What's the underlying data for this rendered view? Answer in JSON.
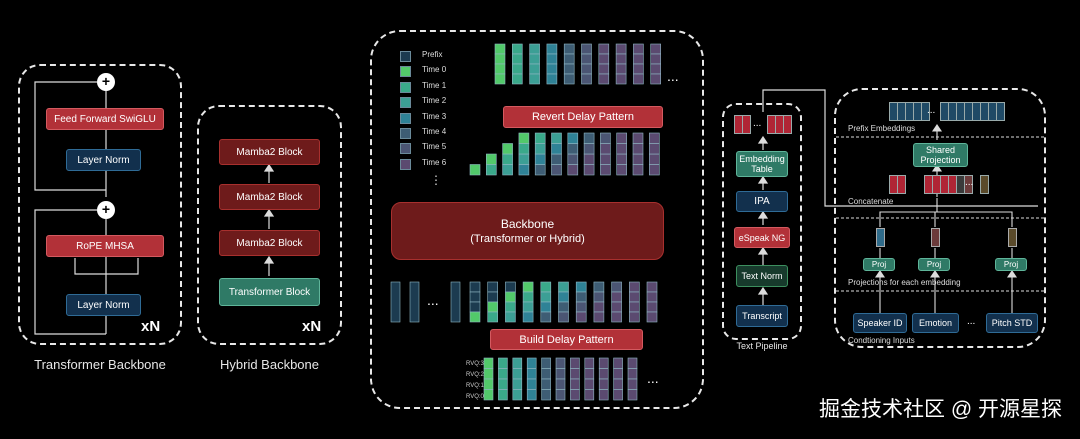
{
  "transformer": {
    "caption": "Transformer Backbone",
    "ffn": "Feed Forward SwiGLU",
    "norm1": "Layer Norm",
    "mhsa": "RoPE MHSA",
    "norm2": "Layer Norm",
    "plus": "+",
    "xn": "xN"
  },
  "hybrid": {
    "caption": "Hybrid Backbone",
    "blocks": [
      "Mamba2 Block",
      "Mamba2 Block",
      "Mamba2 Block",
      "Transformer Block"
    ],
    "xn": "xN"
  },
  "main": {
    "legend": [
      {
        "label": "Prefix",
        "color": "#1c3b50"
      },
      {
        "label": "Time 0",
        "color": "#52c96a"
      },
      {
        "label": "Time 1",
        "color": "#3aa98a"
      },
      {
        "label": "Time 2",
        "color": "#3c9f95"
      },
      {
        "label": "Time 3",
        "color": "#2f8296"
      },
      {
        "label": "Time 4",
        "color": "#3e5d74"
      },
      {
        "label": "Time 5",
        "color": "#4b5573"
      },
      {
        "label": "Time 6",
        "color": "#5b4a70"
      }
    ],
    "legend_more": "⋮",
    "revert": "Revert Delay Pattern",
    "backbone_title": "Backbone",
    "backbone_sub": "(Transformer or Hybrid)",
    "build": "Build Delay Pattern",
    "rvq": [
      "RVQ:3",
      "RVQ:2",
      "RVQ:1",
      "RVQ:0"
    ],
    "dots": "..."
  },
  "text_pipeline": {
    "caption": "Text Pipeline",
    "embedding": "Embedding Table",
    "ipa": "IPA",
    "espeak": "eSpeak NG",
    "textnorm": "Text Norm",
    "transcript": "Transcript",
    "dots": "..."
  },
  "conditioning": {
    "prefix_embeddings": "Prefix Embeddings",
    "shared_projection": "Shared Projection",
    "concatenate": "Concatenate",
    "proj": "Proj",
    "projections_label": "Projections for each embedding",
    "inputs": [
      "Speaker ID",
      "Emotion",
      "Pitch STD"
    ],
    "inputs_dots": "...",
    "inputs_label": "Condtioning Inputs",
    "dots": "..."
  },
  "watermark": "掘金技术社区 @ 开源星探"
}
